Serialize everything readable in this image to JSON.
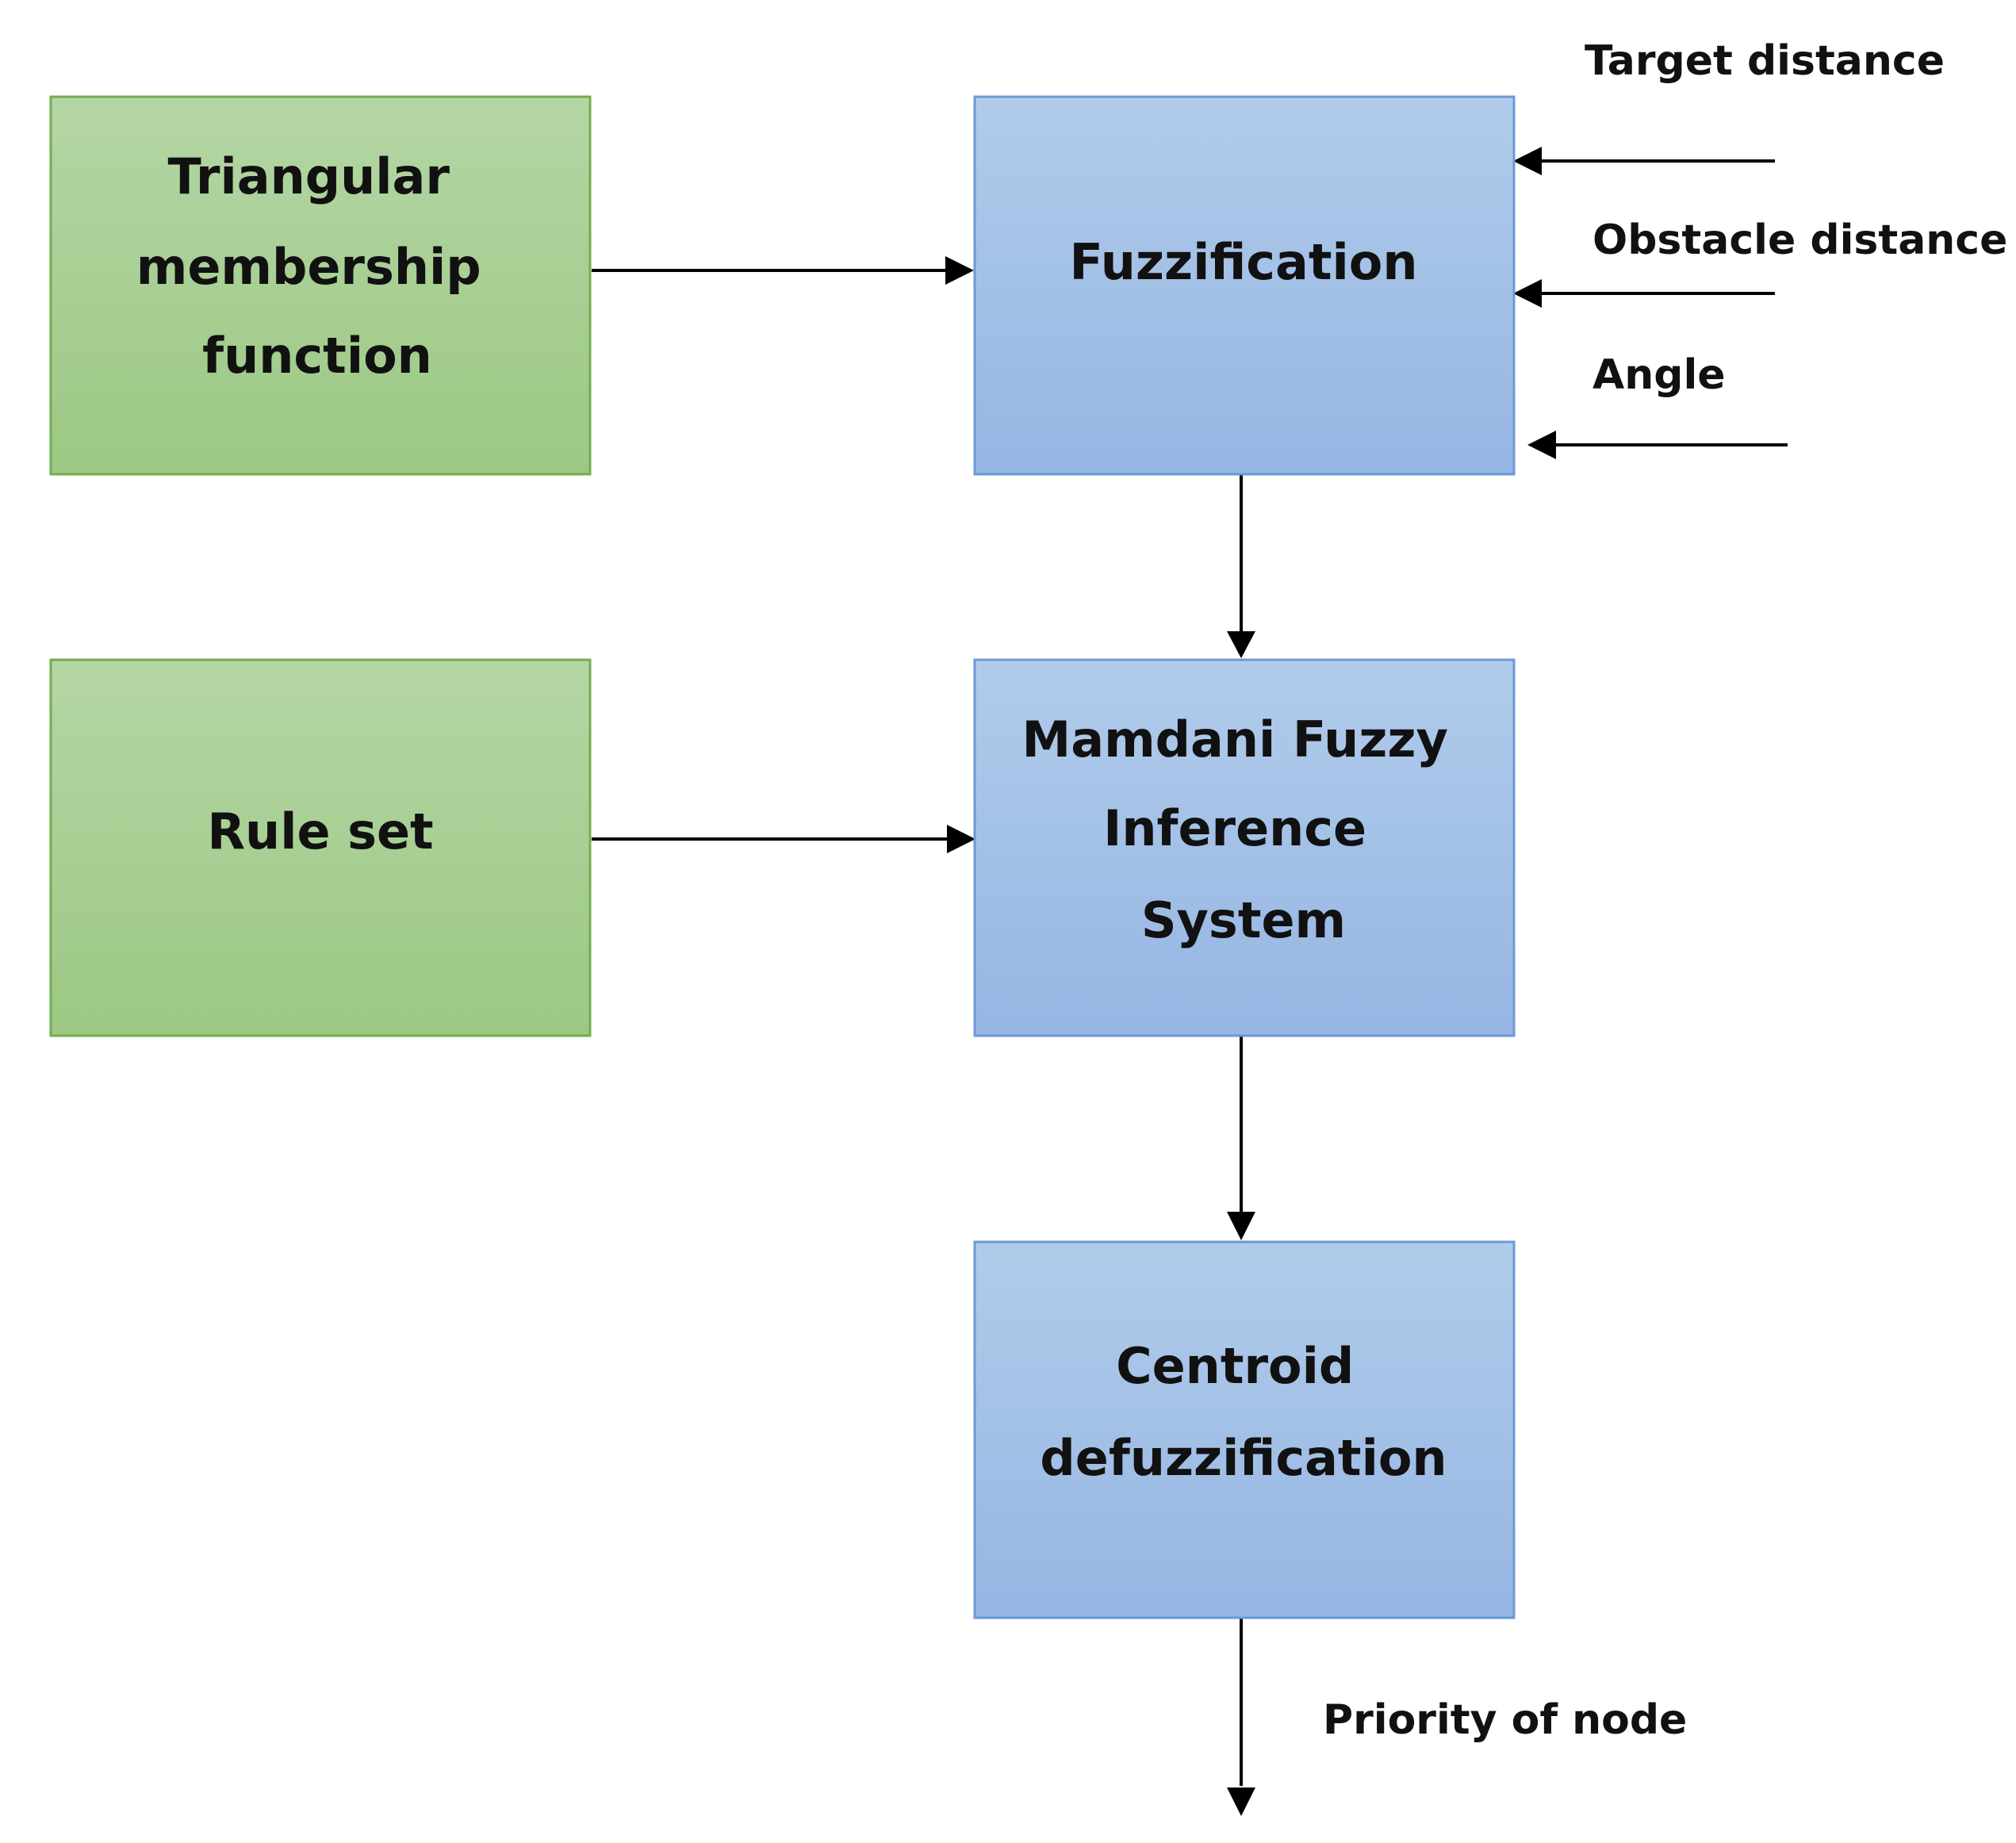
{
  "colors": {
    "green_top": "#b4d6a4",
    "green_bottom": "#9cc884",
    "green_border": "#73ad4f",
    "blue_top": "#b1cbea",
    "blue_bottom": "#95b6e3",
    "blue_border": "#6a9ad6",
    "arrow": "#000000"
  },
  "boxes": {
    "membership": {
      "lines": [
        "Triangular",
        "membership",
        "function"
      ]
    },
    "rule_set": {
      "lines": [
        "Rule set"
      ]
    },
    "fuzzification": {
      "lines": [
        "Fuzzification"
      ]
    },
    "inference": {
      "lines": [
        "Mamdani Fuzzy",
        "Inference",
        "System"
      ]
    },
    "defuzzification": {
      "lines": [
        "Centroid",
        "defuzzification"
      ]
    }
  },
  "inputs": {
    "target_distance": "Target distance",
    "obstacle_distance": "Obstacle distance",
    "angle": "Angle"
  },
  "output": {
    "label": "Priority of node"
  }
}
